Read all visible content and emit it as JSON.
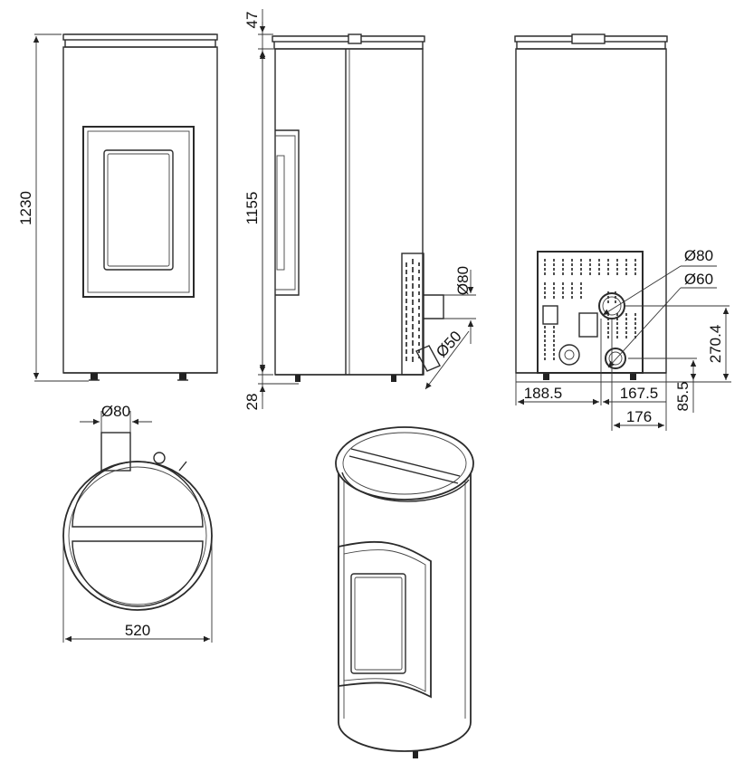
{
  "dimensions": {
    "front_total_height": "1230",
    "side_top_height": "47",
    "side_body_height": "1155",
    "side_foot_height": "28",
    "side_flue_diameter": "Ø80",
    "side_air_diameter": "Ø50",
    "back_flue_diameter": "Ø80",
    "back_air_diameter": "Ø60",
    "back_offset_left": "188.5",
    "back_offset_right": "167.5",
    "back_flue_height": "270.4",
    "back_air_height": "85.5",
    "back_air_offset": "176",
    "top_flue_diameter": "Ø80",
    "top_width": "520"
  },
  "colors": {
    "line": "#2b2b2b",
    "background": "#ffffff"
  }
}
